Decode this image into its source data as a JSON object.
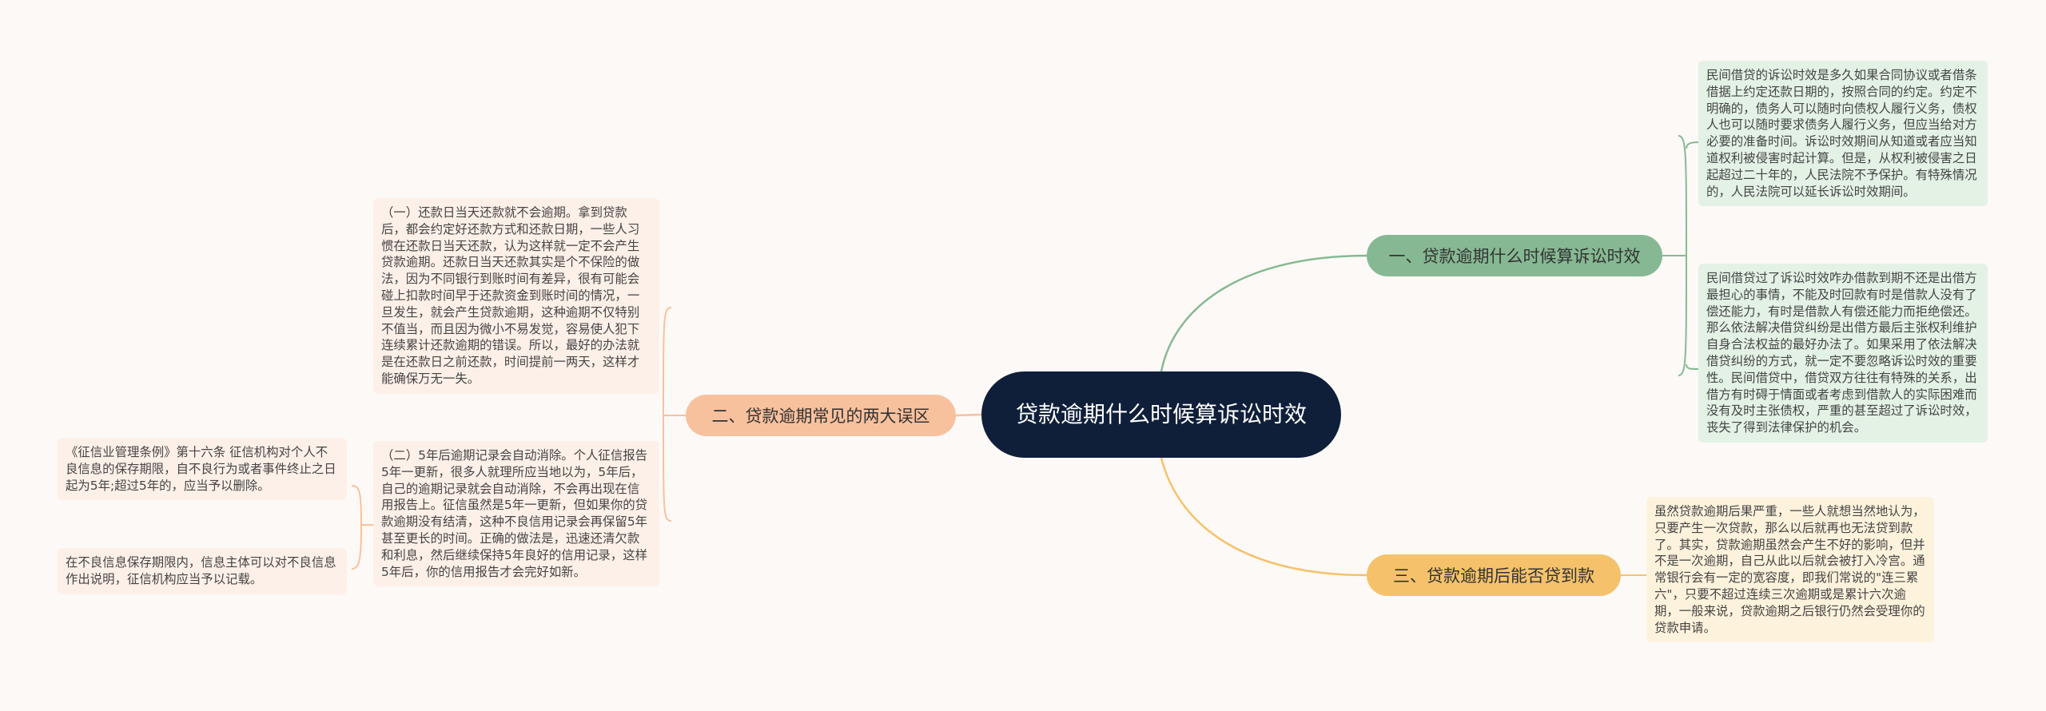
{
  "colors": {
    "background": "#fdf9f7",
    "root": "#0f1f3a",
    "branch_1": "#86b993",
    "branch_2": "#f8c19e",
    "branch_3": "#f5c26b",
    "leaf_green": "#e3f2e5",
    "leaf_peach": "#fdf0e8",
    "leaf_yellow": "#fdf2dc"
  },
  "root": {
    "title": "贷款逾期什么时候算诉讼时效"
  },
  "branches": [
    {
      "label": "一、贷款逾期什么时候算诉讼时效",
      "leaves": [
        "民间借贷的诉讼时效是多久如果合同协议或者借条借据上约定还款日期的，按照合同的约定。约定不明确的，债务人可以随时向债权人履行义务，债权人也可以随时要求债务人履行义务，但应当给对方必要的准备时间。诉讼时效期间从知道或者应当知道权利被侵害时起计算。但是，从权利被侵害之日起超过二十年的，人民法院不予保护。有特殊情况的，人民法院可以延长诉讼时效期间。",
        "民间借贷过了诉讼时效咋办借款到期不还是出借方最担心的事情，不能及时回款有时是借款人没有了偿还能力，有时是借款人有偿还能力而拒绝偿还。那么依法解决借贷纠纷是出借方最后主张权利维护自身合法权益的最好办法了。如果采用了依法解决借贷纠纷的方式，就一定不要忽略诉讼时效的重要性。民间借贷中，借贷双方往往有特殊的关系，出借方有时碍于情面或者考虑到借款人的实际困难而没有及时主张债权，严重的甚至超过了诉讼时效，丧失了得到法律保护的机会。"
      ]
    },
    {
      "label": "二、贷款逾期常见的两大误区",
      "leaves": [
        "（一）还款日当天还款就不会逾期。拿到贷款后，都会约定好还款方式和还款日期，一些人习惯在还款日当天还款，认为这样就一定不会产生贷款逾期。还款日当天还款其实是个不保险的做法，因为不同银行到账时间有差异，很有可能会碰上扣款时间早于还款资金到账时间的情况，一旦发生，就会产生贷款逾期，这种逾期不仅特别不值当，而且因为微小不易发觉，容易使人犯下连续累计还款逾期的错误。所以，最好的办法就是在还款日之前还款，时间提前一两天，这样才能确保万无一失。",
        "（二）5年后逾期记录会自动消除。个人征信报告5年一更新，很多人就理所应当地以为，5年后，自己的逾期记录就会自动消除，不会再出现在信用报告上。征信虽然是5年一更新，但如果你的贷款逾期没有结清，这种不良信用记录会再保留5年甚至更长的时间。正确的做法是，迅速还清欠款和利息，然后继续保持5年良好的信用记录，这样5年后，你的信用报告才会完好如新。"
      ],
      "sub_leaves": [
        "《征信业管理条例》第十六条 征信机构对个人不良信息的保存期限，自不良行为或者事件终止之日起为5年;超过5年的，应当予以删除。",
        "在不良信息保存期限内，信息主体可以对不良信息作出说明，征信机构应当予以记载。"
      ]
    },
    {
      "label": "三、贷款逾期后能否贷到款",
      "leaves": [
        "虽然贷款逾期后果严重，一些人就想当然地认为，只要产生一次贷款，那么以后就再也无法贷到款了。其实，贷款逾期虽然会产生不好的影响，但并不是一次逾期，自己从此以后就会被打入冷宫。通常银行会有一定的宽容度，即我们常说的\"连三累六\"，只要不超过连续三次逾期或是累计六次逾期，一般来说，贷款逾期之后银行仍然会受理你的贷款申请。"
      ]
    }
  ]
}
